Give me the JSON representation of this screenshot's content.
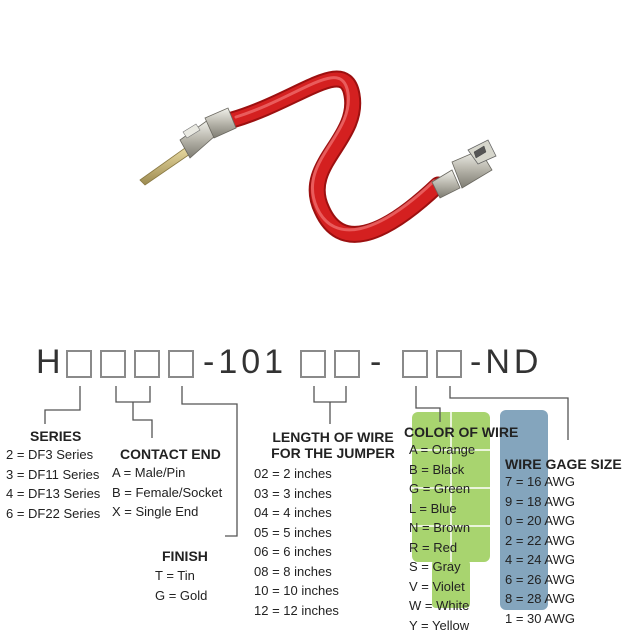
{
  "part_number": {
    "prefix": "H",
    "mid": "-101",
    "dash1": "-",
    "suffix": "-ND"
  },
  "series": {
    "heading": "SERIES",
    "items": [
      "2 = DF3 Series",
      "3 = DF11 Series",
      "4 = DF13 Series",
      "6 = DF22 Series"
    ]
  },
  "contact_end": {
    "heading": "CONTACT END",
    "items": [
      "A = Male/Pin",
      "B = Female/Socket",
      "X = Single End"
    ]
  },
  "finish": {
    "heading": "FINISH",
    "items": [
      "T = Tin",
      "G = Gold"
    ]
  },
  "length": {
    "heading_line1": "LENGTH OF WIRE",
    "heading_line2": "FOR THE JUMPER",
    "items": [
      "02 = 2 inches",
      "03 = 3 inches",
      "04 = 4 inches",
      "05 = 5 inches",
      "06 = 6 inches",
      "08 = 8 inches",
      "10 = 10 inches",
      "12 = 12 inches"
    ]
  },
  "color": {
    "heading": "COLOR OF WIRE",
    "items": [
      "A = Orange",
      "B = Black",
      "G = Green",
      "L = Blue",
      "N = Brown",
      "R = Red",
      "S = Gray",
      "V = Violet",
      "W = White",
      "Y = Yellow"
    ]
  },
  "gage": {
    "heading": "WIRE GAGE SIZE",
    "items": [
      "7 = 16 AWG",
      "9 = 18 AWG",
      "0 = 20 AWG",
      "2 = 22 AWG",
      "4 = 24 AWG",
      "6 = 26 AWG",
      "8 = 28 AWG",
      "1 = 30 AWG"
    ]
  },
  "colors": {
    "wire": "#d42020",
    "wire_highlight": "#f07070",
    "wire_shadow": "#9c1010",
    "metal": "#c8c8c0",
    "leader_line": "#555555",
    "watermark_green": "#8cc63f",
    "watermark_blue": "#5b88a8"
  }
}
